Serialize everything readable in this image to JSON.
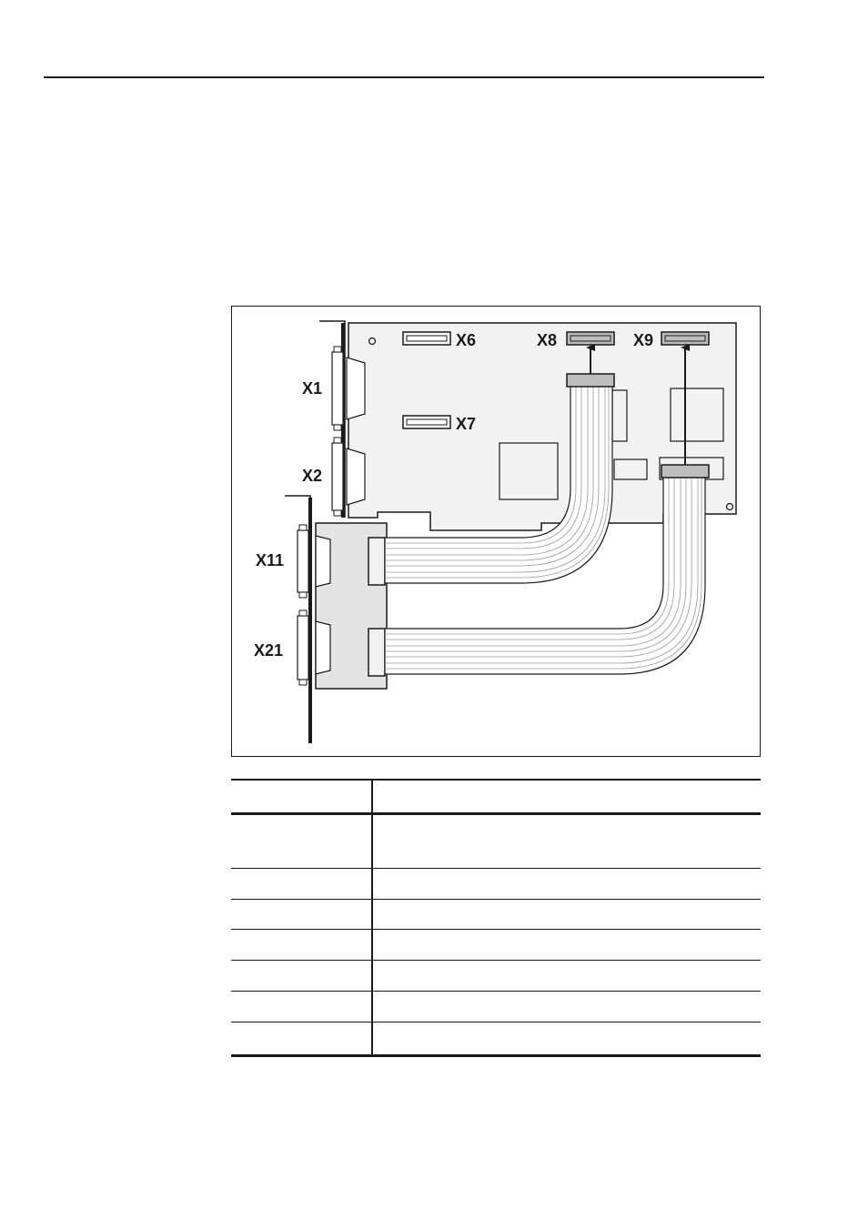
{
  "figure": {
    "labels": {
      "x1": "X1",
      "x2": "X2",
      "x6": "X6",
      "x7": "X7",
      "x8": "X8",
      "x9": "X9",
      "x11": "X11",
      "x21": "X21"
    },
    "colors": {
      "board": "#f2f2f2",
      "bracket_board": "#e4e4e4",
      "header_fill": "#bdbdbd",
      "line": "#1a1a1a"
    }
  },
  "table": {
    "header": [
      "",
      ""
    ],
    "rows": [
      [
        "",
        ""
      ],
      [
        "",
        ""
      ],
      [
        "",
        ""
      ],
      [
        "",
        ""
      ],
      [
        "",
        ""
      ],
      [
        "",
        ""
      ],
      [
        "",
        ""
      ]
    ]
  }
}
